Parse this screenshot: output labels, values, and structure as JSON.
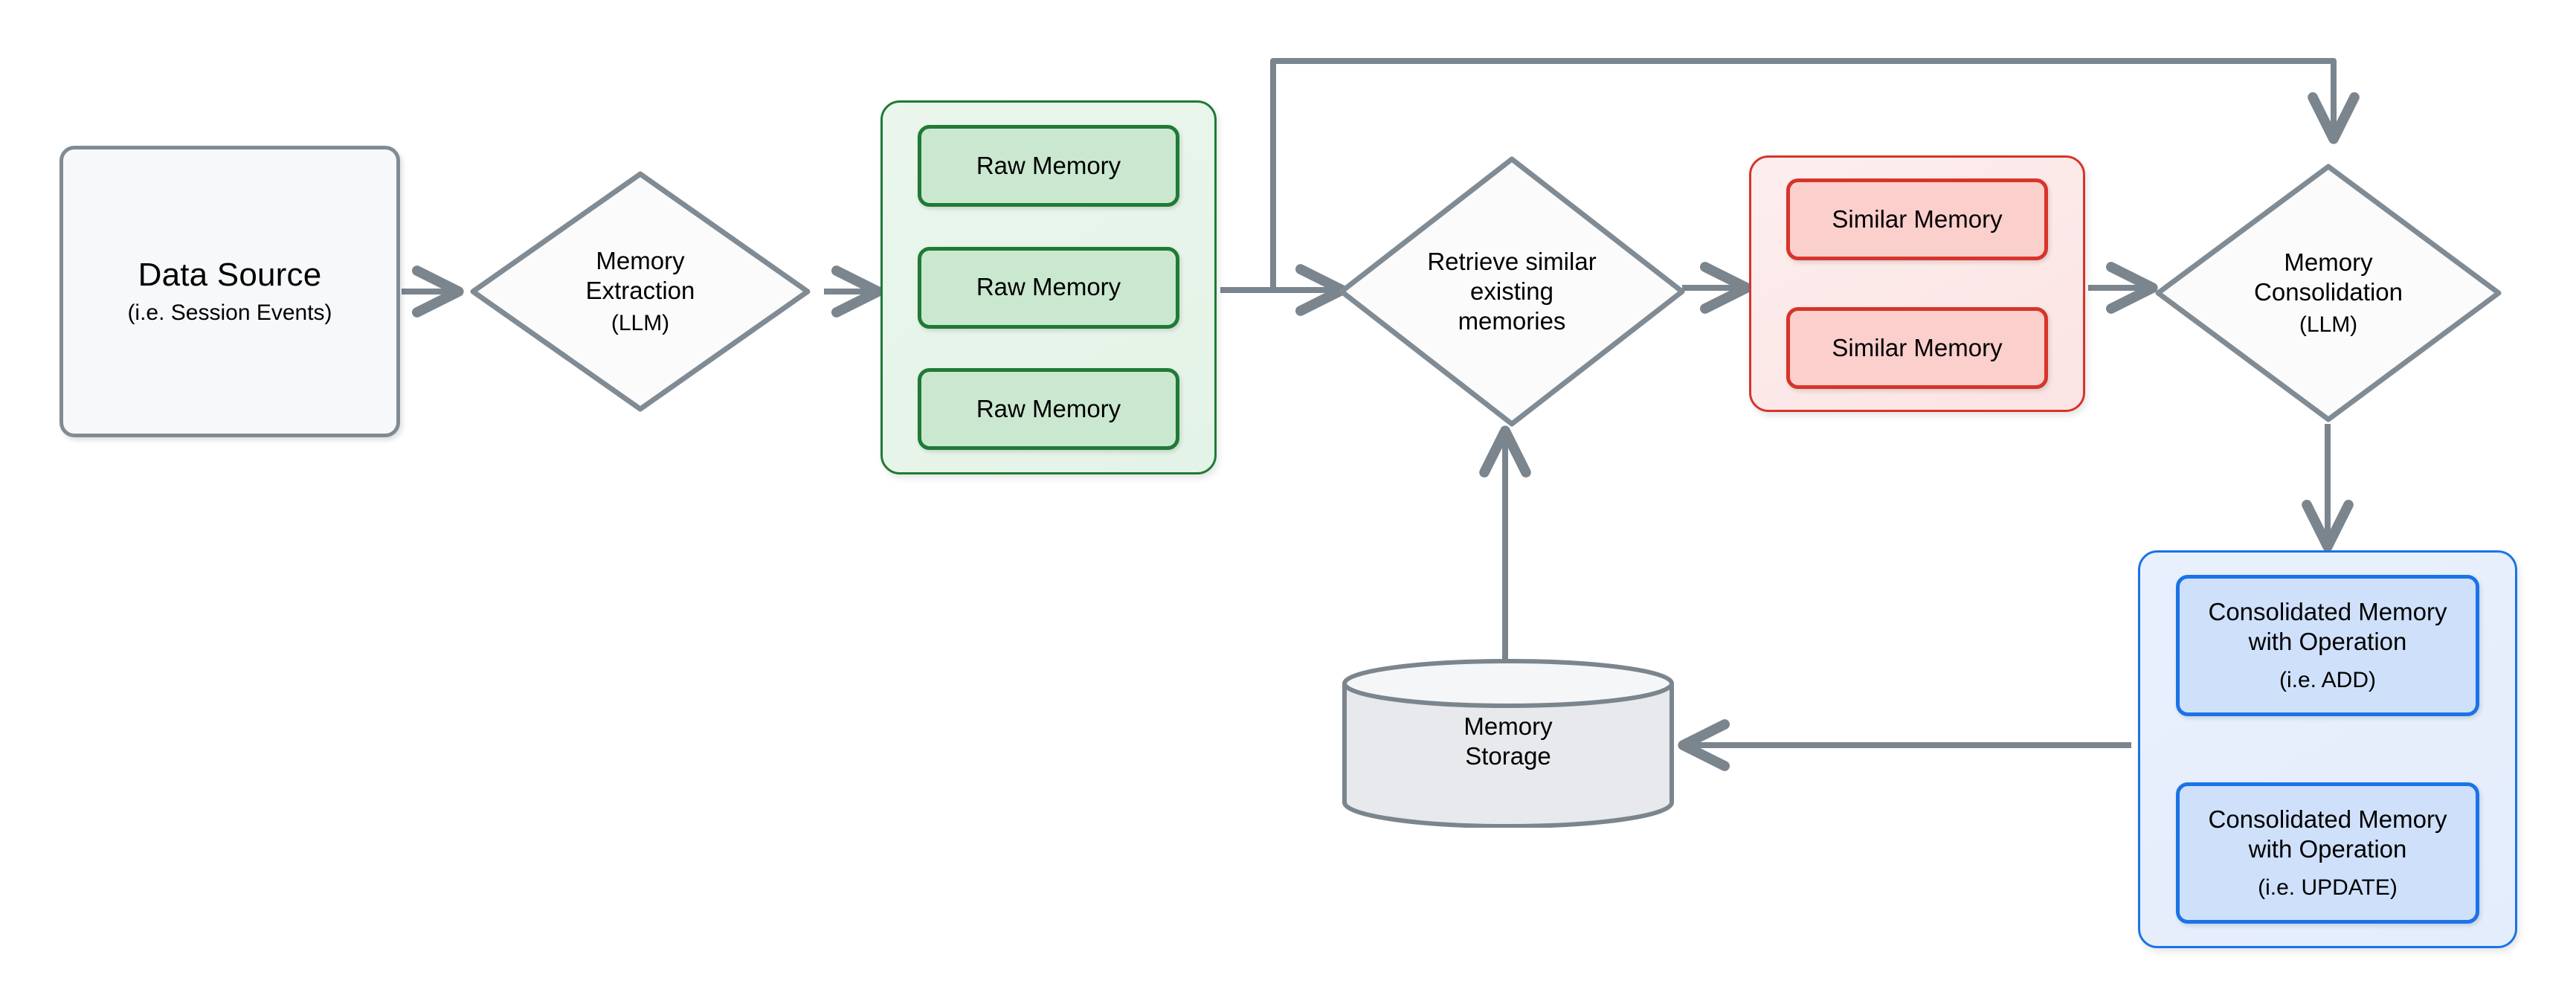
{
  "diagram": {
    "title": "Memory pipeline flow",
    "colors": {
      "edge": "#7b858e",
      "neutral_stroke": "#808b94",
      "neutral_fill": "#f7f8fa",
      "green_stroke": "#1f7a35",
      "green_chip_fill": "#cae8d0",
      "green_group_fill": "#e8f5ea",
      "red_stroke": "#d7342a",
      "red_chip_fill": "#fbcfcc",
      "red_group_fill": "#fceded",
      "blue_stroke": "#1a73e8",
      "blue_chip_fill": "#cfe0fb",
      "blue_group_fill": "#e8f0fd",
      "cylinder_fill": "#e7e9ec"
    },
    "nodes": {
      "data_source": {
        "title": "Data Source",
        "subtitle": "(i.e. Session Events)"
      },
      "memory_extraction": {
        "title_line1": "Memory",
        "title_line2": "Extraction",
        "subtitle": "(LLM)"
      },
      "raw_memory_group": {
        "items": [
          {
            "label": "Raw Memory"
          },
          {
            "label": "Raw Memory"
          },
          {
            "label": "Raw Memory"
          }
        ]
      },
      "retrieve_similar": {
        "title_line1": "Retrieve similar",
        "title_line2": "existing",
        "title_line3": "memories"
      },
      "similar_memory_group": {
        "items": [
          {
            "label": "Similar Memory"
          },
          {
            "label": "Similar Memory"
          }
        ]
      },
      "memory_consolidation": {
        "title_line1": "Memory",
        "title_line2": "Consolidation",
        "subtitle": "(LLM)"
      },
      "consolidated_memory_group": {
        "items": [
          {
            "line1": "Consolidated Memory",
            "line2": "with Operation",
            "operation": "(i.e. ADD)"
          },
          {
            "line1": "Consolidated Memory",
            "line2": "with Operation",
            "operation": "(i.e. UPDATE)"
          }
        ]
      },
      "memory_storage": {
        "title_line1": "Memory",
        "title_line2": "Storage"
      }
    },
    "edges": [
      {
        "from": "data_source",
        "to": "memory_extraction",
        "kind": "arrow-right"
      },
      {
        "from": "memory_extraction",
        "to": "raw_memory_group",
        "kind": "arrow-right"
      },
      {
        "from": "raw_memory_group",
        "to": "retrieve_similar",
        "kind": "arrow-right"
      },
      {
        "from": "retrieve_similar",
        "to": "similar_memory_group",
        "kind": "arrow-right"
      },
      {
        "from": "similar_memory_group",
        "to": "memory_consolidation",
        "kind": "arrow-right"
      },
      {
        "from": "memory_consolidation",
        "to": "consolidated_memory_group",
        "kind": "arrow-down"
      },
      {
        "from": "consolidated_memory_group",
        "to": "memory_storage",
        "kind": "arrow-left"
      },
      {
        "from": "memory_storage",
        "to": "retrieve_similar",
        "kind": "arrow-up"
      },
      {
        "from": "raw_memory_group",
        "to": "memory_consolidation",
        "kind": "feedback-top-elbow"
      }
    ]
  }
}
